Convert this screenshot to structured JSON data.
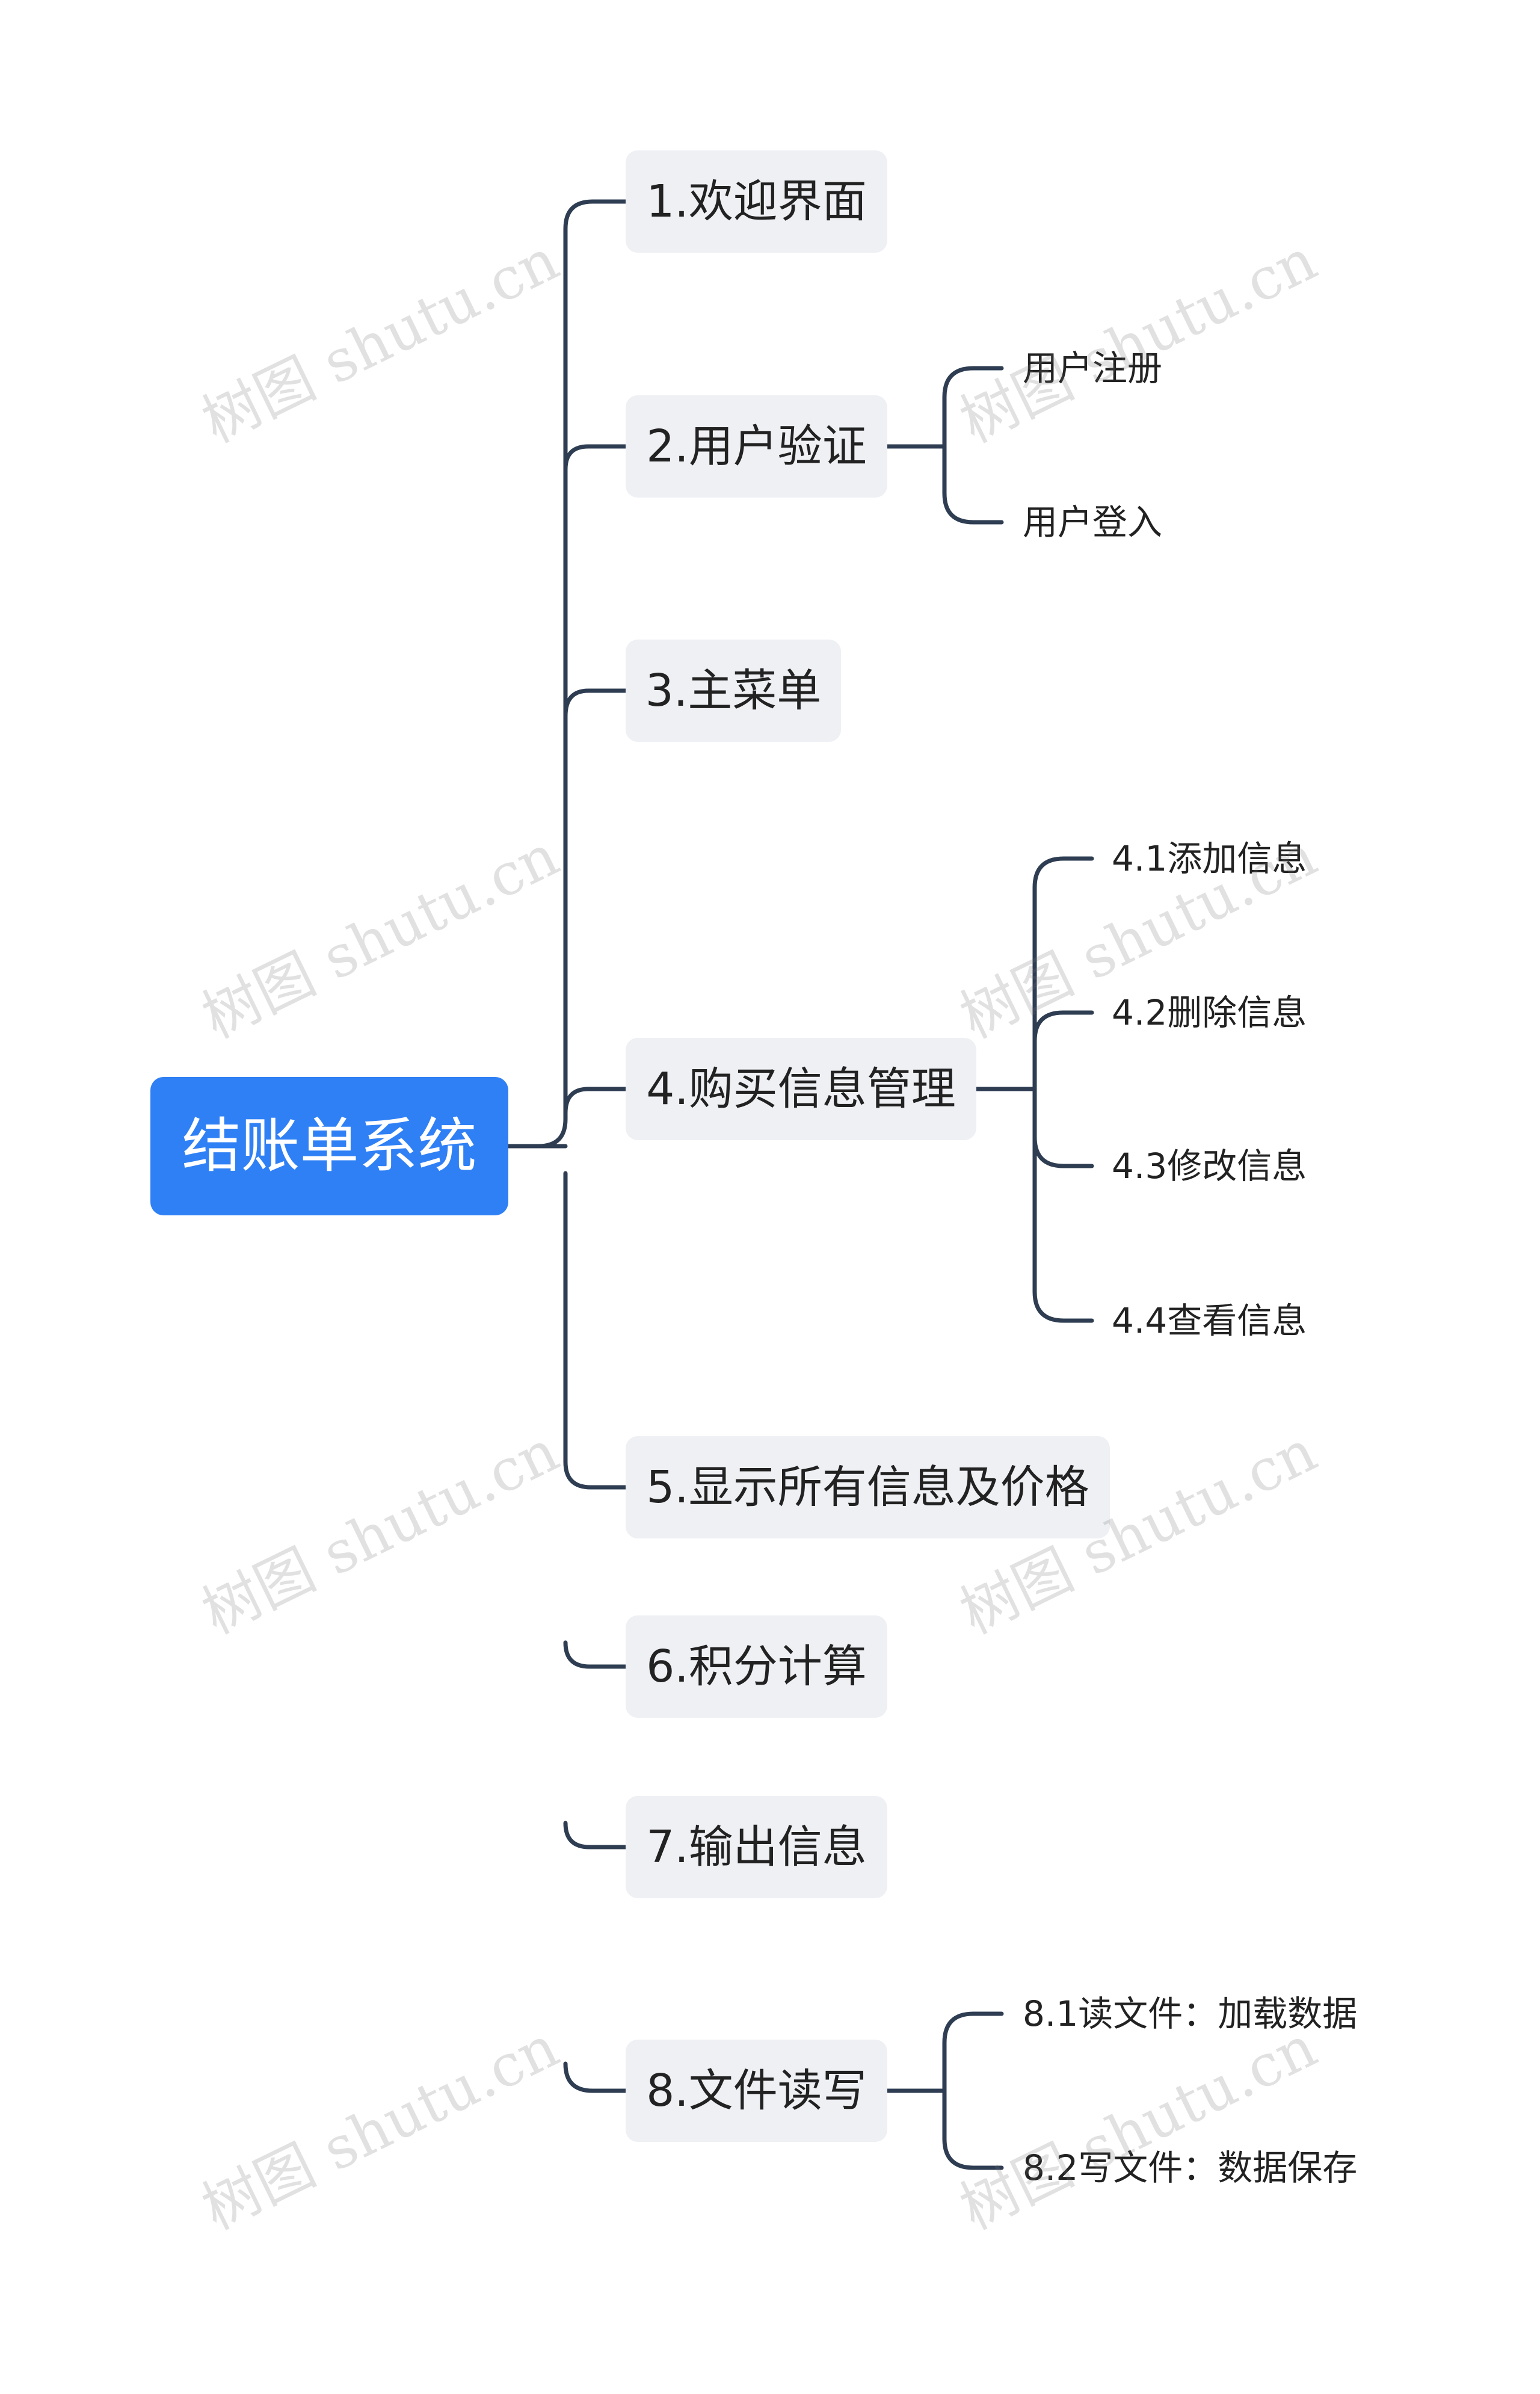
{
  "root": {
    "label": "结账单系统"
  },
  "branches": [
    {
      "label": "1.欢迎界面",
      "children": []
    },
    {
      "label": "2.用户验证",
      "children": [
        "用户注册",
        "用户登入"
      ]
    },
    {
      "label": "3.主菜单",
      "children": []
    },
    {
      "label": "4.购买信息管理",
      "children": [
        "4.1添加信息",
        "4.2删除信息",
        "4.3修改信息",
        "4.4查看信息"
      ]
    },
    {
      "label": "5.显示所有信息及价格",
      "children": []
    },
    {
      "label": "6.积分计算",
      "children": []
    },
    {
      "label": "7.输出信息",
      "children": []
    },
    {
      "label": "8.文件读写",
      "children": [
        "8.1读文件：加载数据",
        "8.2写文件：数据保存"
      ]
    }
  ],
  "watermark": "树图 shutu.cn",
  "colors": {
    "root_bg": "#2f80f5",
    "node_bg": "#eef0f4",
    "line": "#2e3d52",
    "text": "#222222"
  }
}
